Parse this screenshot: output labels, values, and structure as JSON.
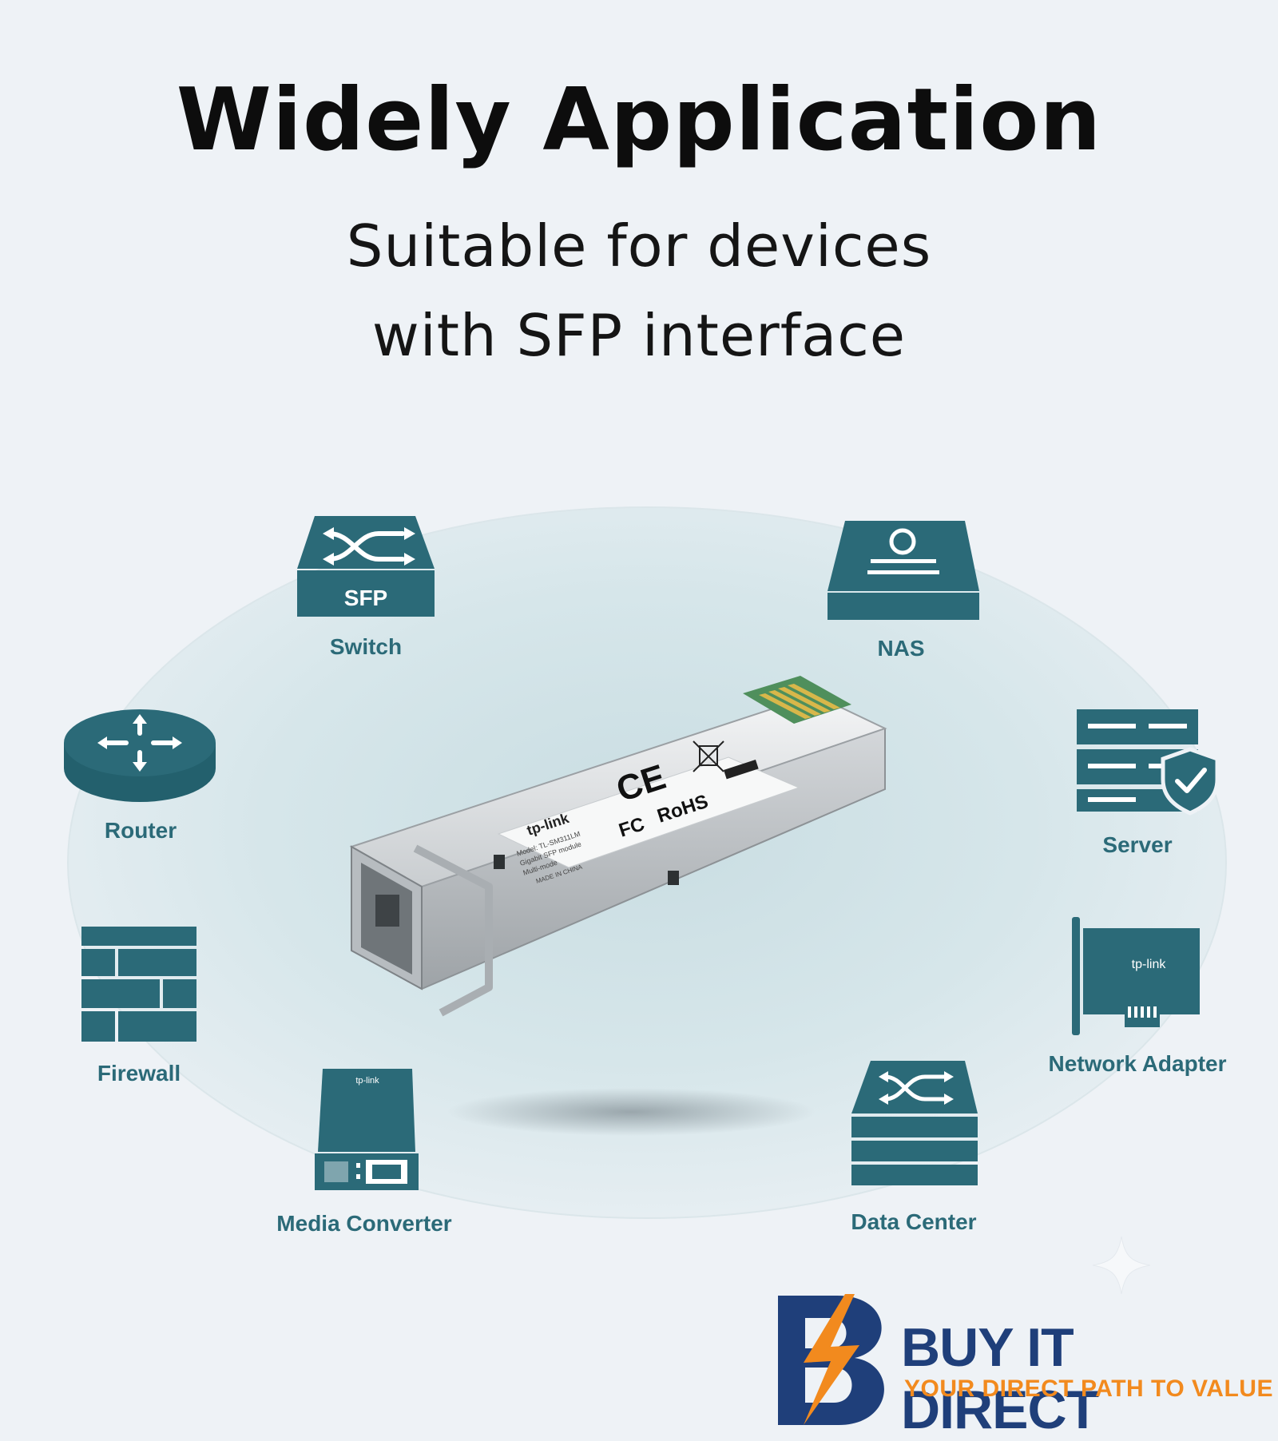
{
  "header": {
    "title": "Widely Application",
    "subtitle_line1": "Suitable for devices",
    "subtitle_line2": "with SFP interface"
  },
  "devices": {
    "switch": {
      "label": "Switch",
      "badge": "SFP"
    },
    "nas": {
      "label": "NAS"
    },
    "router": {
      "label": "Router"
    },
    "server": {
      "label": "Server"
    },
    "firewall": {
      "label": "Firewall"
    },
    "network_adapter": {
      "label": "Network Adapter",
      "logo_text": "tp-link"
    },
    "media_converter": {
      "label": "Media Converter",
      "logo_text": "tp-link"
    },
    "data_center": {
      "label": "Data Center"
    }
  },
  "module": {
    "brand": "tp-link",
    "label_lines": [
      "Model: TL-SM311LM",
      "Gigabit SFP module",
      "Multi-mode",
      "MADE IN CHINA"
    ],
    "marks": [
      "CE",
      "FC",
      "RoHS"
    ]
  },
  "brand": {
    "name": "BUY IT DIRECT",
    "tagline": "YOUR DIRECT PATH TO VALUE"
  },
  "colors": {
    "icon": "#2b6a78",
    "label": "#2b6a78",
    "brand_blue": "#1f3f7a",
    "brand_orange": "#f28a1e",
    "background": "#eef2f6"
  }
}
